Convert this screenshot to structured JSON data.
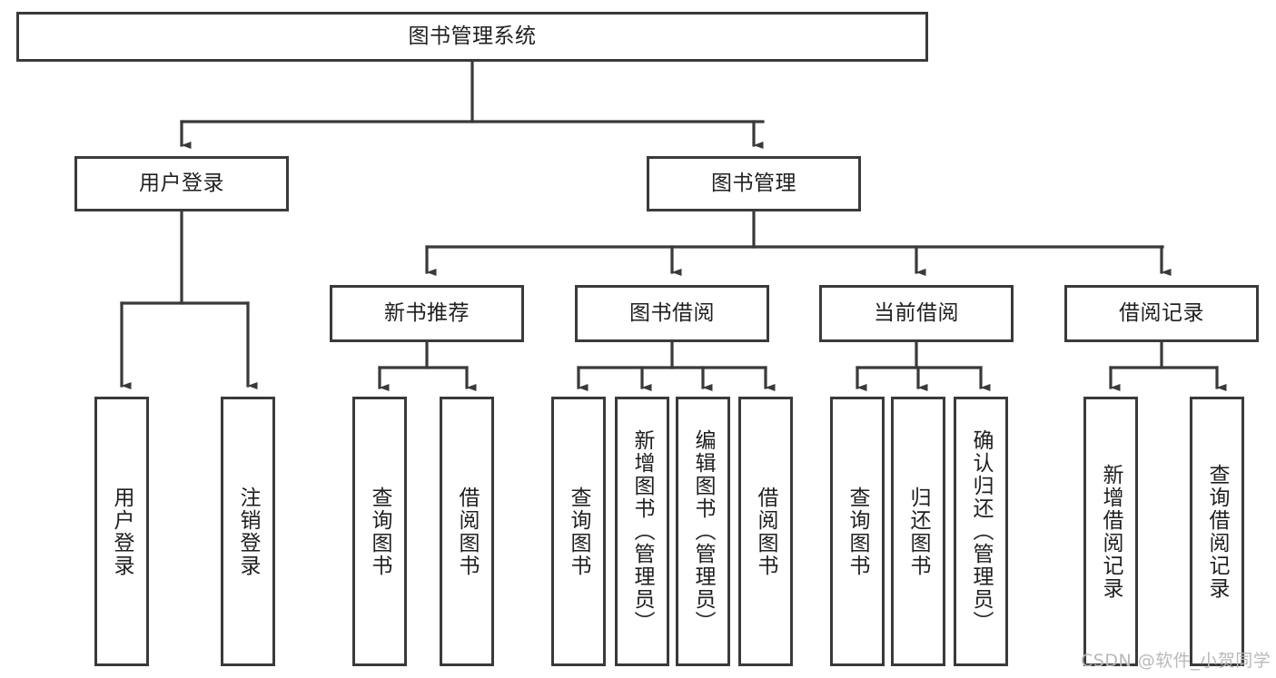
{
  "diagram": {
    "type": "hierarchy-tree",
    "title": "图书管理系统",
    "root": {
      "id": "root",
      "label": "图书管理系统"
    },
    "level2": [
      {
        "id": "user-login",
        "label": "用户登录"
      },
      {
        "id": "book-management",
        "label": "图书管理"
      }
    ],
    "level3": [
      {
        "id": "new-book-recommend",
        "label": "新书推荐",
        "parent": "book-management"
      },
      {
        "id": "book-borrow",
        "label": "图书借阅",
        "parent": "book-management"
      },
      {
        "id": "current-borrow",
        "label": "当前借阅",
        "parent": "book-management"
      },
      {
        "id": "borrow-record",
        "label": "借阅记录",
        "parent": "book-management"
      }
    ],
    "leaves": {
      "user_login": [
        {
          "id": "leaf-user-login",
          "label": "用户登录"
        },
        {
          "id": "leaf-user-logout",
          "label": "注销登录"
        }
      ],
      "new_book_recommend": [
        {
          "id": "leaf-query-book-1",
          "label": "查询图书"
        },
        {
          "id": "leaf-borrow-book-1",
          "label": "借阅图书"
        }
      ],
      "book_borrow": [
        {
          "id": "leaf-query-book-2",
          "label": "查询图书"
        },
        {
          "id": "leaf-add-book",
          "label": "新增图书（管理员）"
        },
        {
          "id": "leaf-edit-book",
          "label": "编辑图书（管理员）"
        },
        {
          "id": "leaf-borrow-book-2",
          "label": "借阅图书"
        }
      ],
      "current_borrow": [
        {
          "id": "leaf-query-book-3",
          "label": "查询图书"
        },
        {
          "id": "leaf-return-book",
          "label": "归还图书"
        },
        {
          "id": "leaf-confirm-return",
          "label": "确认归还（管理员）"
        }
      ],
      "borrow_record": [
        {
          "id": "leaf-add-record",
          "label": "新增借阅记录"
        },
        {
          "id": "leaf-query-record",
          "label": "查询借阅记录"
        }
      ]
    }
  },
  "watermark": {
    "text": "CSDN @软件_小贺同学"
  },
  "colors": {
    "stroke": "#3a3a3a",
    "box_fill": "#ffffff",
    "text": "#1f1f1f",
    "watermark": "#b9b9b9",
    "background": "#ffffff"
  }
}
